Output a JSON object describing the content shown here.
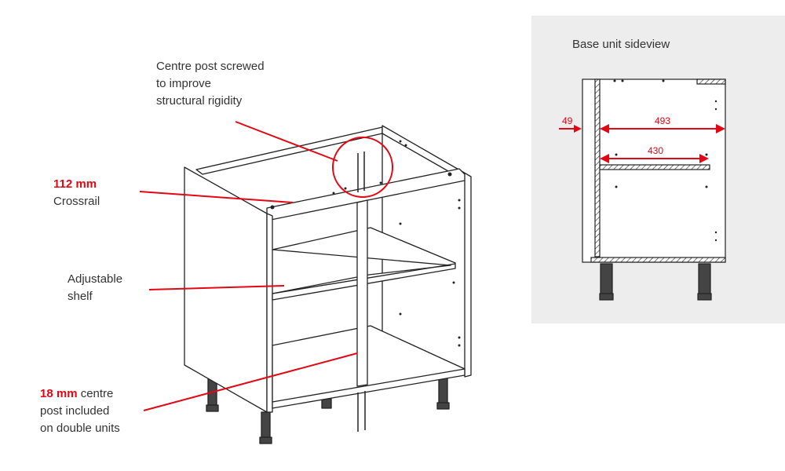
{
  "labels": {
    "centre_post": [
      "Centre post screwed",
      "to improve",
      "structural rigidity"
    ],
    "crossrail": {
      "size": "112 mm",
      "name": "Crossrail"
    },
    "shelf": [
      "Adjustable",
      "shelf"
    ],
    "centre_post_size": {
      "size": "18 mm",
      "rest": " centre",
      "line2": "post included",
      "line3": "on double units"
    }
  },
  "sideview": {
    "title": "Base unit sideview",
    "dims": {
      "front_offset": "49",
      "internal_depth": "493",
      "shelf_depth": "430"
    }
  },
  "colors": {
    "accent": "#e30613",
    "panel_bg": "#ededed",
    "line": "#222222"
  }
}
